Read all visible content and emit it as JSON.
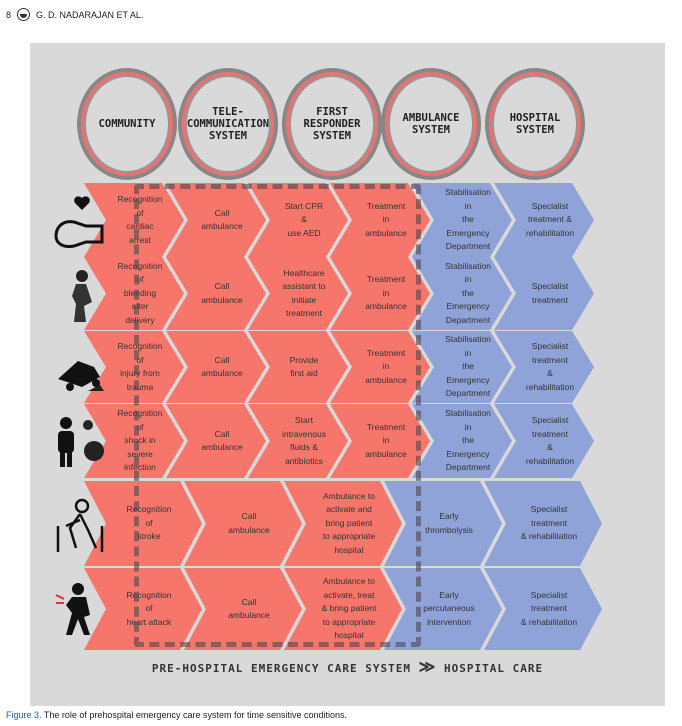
{
  "header": {
    "page_number": "8",
    "authors": "G. D. NADARAJAN ET AL."
  },
  "figure": {
    "systems": [
      "COMMUNITY",
      "TELE-\nCOMMUNICATION\nSYSTEM",
      "FIRST\nRESPONDER\nSYSTEM",
      "AMBULANCE\nSYSTEM",
      "HOSPITAL\nSYSTEM"
    ],
    "rows": [
      {
        "icon": "cardiac-arrest-icon",
        "steps": [
          {
            "t": "Recognition\nof\ncardiac\narrest",
            "c": "red"
          },
          {
            "t": "Call\nambulance",
            "c": "red"
          },
          {
            "t": "Start CPR\n&\nuse AED",
            "c": "red"
          },
          {
            "t": "Treatment\nin\nambulance",
            "c": "red"
          },
          {
            "t": "Stabilisation in\nthe\nEmergency\nDepartment",
            "c": "blue"
          },
          {
            "t": "Specialist\ntreatment &\nrehabilitation",
            "c": "blue"
          }
        ]
      },
      {
        "icon": "pregnant-woman-icon",
        "steps": [
          {
            "t": "Recognition\nof\nbleeding\nafter\ndelivery",
            "c": "red"
          },
          {
            "t": "Call\nambulance",
            "c": "red"
          },
          {
            "t": "Healthcare\nassistant to\ninitiate\ntreatment",
            "c": "red"
          },
          {
            "t": "Treatment\nin\nambulance",
            "c": "red"
          },
          {
            "t": "Stabilisation in\nthe\nEmergency\nDepartment",
            "c": "blue"
          },
          {
            "t": "Specialist\ntreatment",
            "c": "blue"
          }
        ]
      },
      {
        "icon": "car-crash-icon",
        "steps": [
          {
            "t": "Recognition\nof\ninjury from\ntrauma",
            "c": "red"
          },
          {
            "t": "Call\nambulance",
            "c": "red"
          },
          {
            "t": "Provide\nfirst aid",
            "c": "red"
          },
          {
            "t": "Treatment\nin\nambulance",
            "c": "red"
          },
          {
            "t": "Stabilisation in\nthe\nEmergency\nDepartment",
            "c": "blue"
          },
          {
            "t": "Specialist\ntreatment\n& rehabilitation",
            "c": "blue"
          }
        ]
      },
      {
        "icon": "infection-icon",
        "steps": [
          {
            "t": "Recognition\nof\nshock in\nsevere\ninfection",
            "c": "red"
          },
          {
            "t": "Call\nambulance",
            "c": "red"
          },
          {
            "t": "Start\nintravenous\nfluids &\nantibiotics",
            "c": "red"
          },
          {
            "t": "Treatment\nin\nambulance",
            "c": "red"
          },
          {
            "t": "Stabilisation in\nthe\nEmergency\nDepartment",
            "c": "blue"
          },
          {
            "t": "Specialist\ntreatment\n& rehabilitation",
            "c": "blue"
          }
        ]
      },
      {
        "icon": "stroke-icon",
        "steps": [
          {
            "t": "Recognition\nof\nstroke",
            "c": "red"
          },
          {
            "t": "Call\nambulance",
            "c": "red"
          },
          {
            "t": "Ambulance to\nactivate and\nbring patient\nto appropriate\nhospital",
            "c": "red"
          },
          {
            "t": "Early\nthrombolysis",
            "c": "blue"
          },
          {
            "t": "Specialist\ntreatment\n& rehabilitation",
            "c": "blue"
          }
        ]
      },
      {
        "icon": "heart-attack-icon",
        "steps": [
          {
            "t": "Recognition\nof\nheart attack",
            "c": "red"
          },
          {
            "t": "Call\nambulance",
            "c": "red"
          },
          {
            "t": "Ambulance to\nactivate, treat\n& bring patient\nto appropriate\nhospital",
            "c": "red"
          },
          {
            "t": "Early\npercutaneous\nintervention",
            "c": "blue"
          },
          {
            "t": "Specialist\ntreatment\n& rehabilitation",
            "c": "blue"
          }
        ]
      }
    ],
    "footer_left": "PRE-HOSPITAL EMERGENCY CARE SYSTEM",
    "footer_arrow": "≫",
    "footer_right": "HOSPITAL CARE",
    "colors": {
      "prehospital": "#f6766b",
      "hospital": "#8fa3d9",
      "background": "#d9d9d9"
    }
  },
  "caption": {
    "label": "Figure 3.",
    "text": "The role of prehospital emergency care system for time sensitive conditions."
  }
}
